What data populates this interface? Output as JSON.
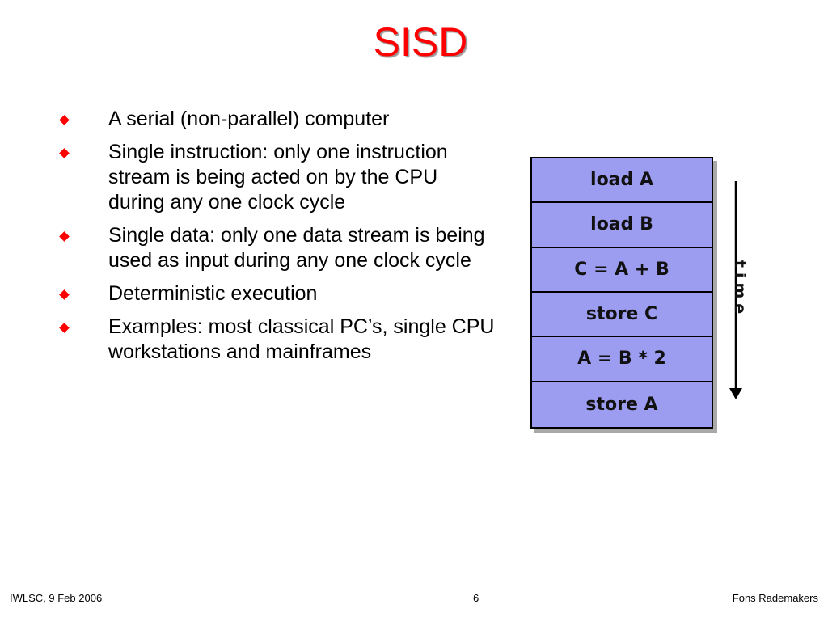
{
  "slide": {
    "title": "SISD",
    "bullets": [
      "A serial (non-parallel) computer",
      "Single instruction: only one instruction stream is being acted on by the CPU during any one clock cycle",
      "Single data: only one data stream is being used as input during any one clock cycle",
      "Deterministic execution",
      "Examples: most classical PC’s, single CPU workstations and mainframes"
    ],
    "diagram": {
      "steps": [
        "load A",
        "load B",
        "C = A + B",
        "store C",
        "A = B * 2",
        "store A"
      ],
      "axis_label": "time"
    },
    "footer": {
      "left": "IWLSC, 9 Feb 2006",
      "page_number": "6",
      "right": "Fons Rademakers"
    }
  },
  "colors": {
    "title": "#ff0000",
    "bullet_marker": "#ff0000",
    "diagram_fill": "#9c9cf0",
    "diagram_border": "#000000"
  },
  "icons": {
    "bullet_marker": "red-diamond-icon",
    "time_arrow": "down-arrow-icon"
  }
}
